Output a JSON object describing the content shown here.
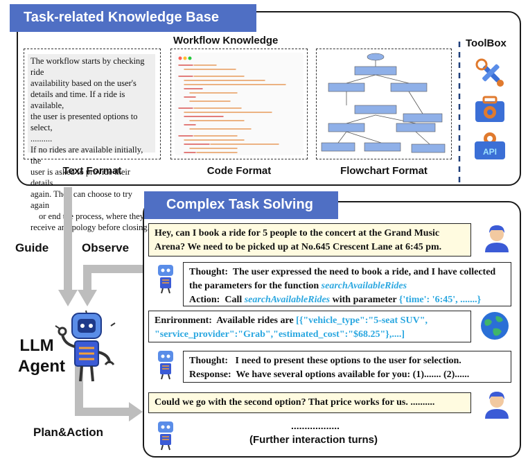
{
  "kb": {
    "title": "Task-related Knowledge Base",
    "workflow_title": "Workflow Knowledge",
    "toolbox_title": "ToolBox",
    "text_format_label": "Text Format",
    "code_format_label": "Code Format",
    "flowchart_format_label": "Flowchart Format",
    "text_lines": [
      "The workflow starts by checking ride",
      "availability based on the user's",
      "details and time. If a ride is available,",
      "the user is presented options to select,",
      "..........",
      "If no rides are available initially, the",
      "user is asked to provide their details",
      "again. They can choose to try again",
      "or end the process, where they",
      "receive an apology before closing."
    ],
    "tool_icons": [
      "tools-icon",
      "toolbox-gear-icon",
      "api-icon"
    ]
  },
  "solving": {
    "title": "Complex Task Solving",
    "user_msg_1": "Hey, can I book a ride for 5 people to the concert at the Grand Music Arena? We need to be picked up at No.645 Crescent Lane at 6:45 pm.",
    "agent_msg_1": {
      "thought_label": "Thought:",
      "thought_text": "The user expressed the need to book a ride, and I have collected the parameters for the function",
      "func_name": "searchAvailableRides",
      "action_label": "Action:",
      "action_text_a": "Call",
      "action_text_b": "with parameter",
      "param_text": "{'time': '6:45', .......}"
    },
    "env_msg": {
      "label": "Enrironment:",
      "text": "Available rides are",
      "json_text": "[{\"vehicle_type\":\"5-seat SUV\", \"service_provider\":\"Grab\",\"estimated_cost\":\"$68.25\"},....]"
    },
    "agent_msg_2": {
      "thought_label": "Thought:",
      "thought_text": "I need to present these options to the user for selection.",
      "response_label": "Response:",
      "response_text": "We have several options available for you: (1)....... (2)......"
    },
    "user_msg_2": "Could we go with the second option? That price works for us. ..........",
    "more_dots": "..................",
    "further": "(Further interaction turns)"
  },
  "agent": {
    "label_line1": "LLM",
    "label_line2": "Agent",
    "guide": "Guide",
    "observe": "Observe",
    "plan_action": "Plan&Action"
  },
  "colors": {
    "banner": "#4f6fc4",
    "highlight_blue": "#2aa7e0",
    "user_bubble": "#fffbe0",
    "arrow_gray": "#bdbdbd"
  }
}
